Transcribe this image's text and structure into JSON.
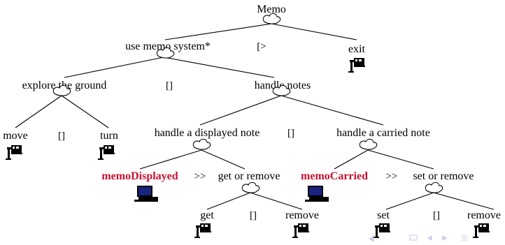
{
  "colors": {
    "edge": "#000000",
    "cloud": "#000000",
    "highlight": "#c8102e",
    "computer_screen": "#1a237e",
    "nav_dots": "#c5cae9"
  },
  "nodes": {
    "memo": "Memo",
    "use_memo_system": "use memo system*",
    "exit": "exit",
    "explore_the_ground": "explore the ground",
    "handle_notes": "handle notes",
    "move": "move",
    "turn": "turn",
    "handle_displayed_note": "handle a displayed note",
    "handle_carried_note": "handle a carried note",
    "memo_displayed": "memoDisplayed",
    "get_or_remove": "get or remove",
    "memo_carried": "memoCarried",
    "set_or_remove": "set or remove",
    "get": "get",
    "remove_1": "remove",
    "set": "set",
    "remove_2": "remove"
  },
  "operators": {
    "disable": "[>",
    "choice_explore_handle": "[]",
    "choice_move_turn": "[]",
    "choice_displayed_carried": "[]",
    "enable_displayed": ">>",
    "enable_carried": ">>",
    "choice_get_remove": "[]",
    "choice_set_remove": "[]"
  },
  "icons": {
    "user_task": "user-task-icon",
    "system_task": "computer-icon",
    "abstract_task": "cloud-icon"
  }
}
